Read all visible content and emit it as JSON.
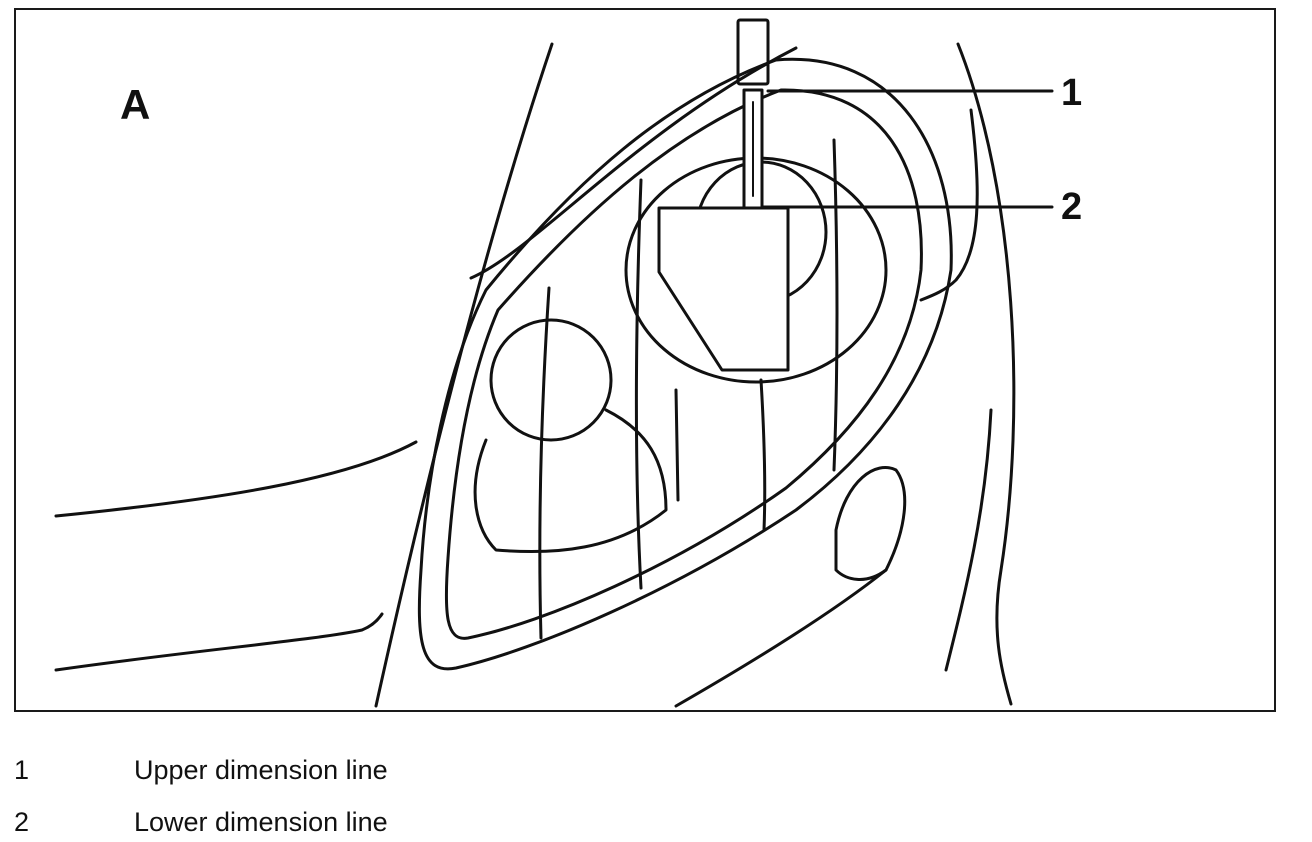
{
  "figure": {
    "label": "A",
    "callouts": [
      "1",
      "2"
    ]
  },
  "legend": [
    {
      "number": "1",
      "text": "Upper dimension line"
    },
    {
      "number": "2",
      "text": "Lower dimension line"
    }
  ]
}
